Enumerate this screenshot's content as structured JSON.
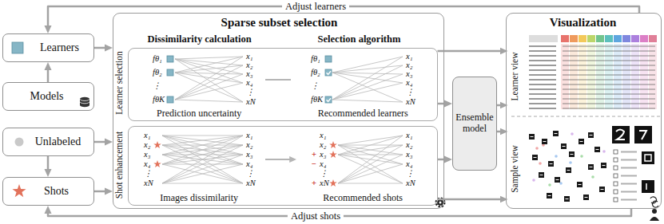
{
  "diagram": {
    "nodes": [
      {
        "text": [
          "Learners"
        ]
      },
      {
        "text": [
          "Models"
        ]
      },
      {
        "text": [
          "Unlabeled"
        ]
      },
      {
        "text": [
          "Shots"
        ]
      },
      {
        "text": [
          "Sparse subset selection",
          "Dissimilarity calculation",
          "Selection algorithm"
        ]
      },
      {
        "text": [
          "Learner selection",
          "Prediction uncertainty",
          "Recommended learners"
        ],
        "in": 4
      },
      {
        "text": [
          "Shot enhancement",
          "Images dissimilarity",
          "Recommended shots"
        ],
        "in": 4
      },
      {
        "text": [
          "Ensemble model"
        ]
      },
      {
        "text": [
          "Visualization"
        ]
      },
      {
        "text": [
          "Learner view"
        ],
        "in": 8
      },
      {
        "text": [
          "Sample view"
        ],
        "in": 8
      }
    ],
    "edges": [
      {
        "from": 1,
        "to": 0,
        "arrow": "to"
      },
      {
        "from": 0,
        "to": 4,
        "arrow": "to"
      },
      {
        "from": 2,
        "to": 4,
        "arrow": "to"
      },
      {
        "from": 2,
        "to": 3,
        "arrow": "to"
      },
      {
        "from": 3,
        "to": 4,
        "arrow": "to"
      },
      {
        "from": 5,
        "to": 7,
        "arrow": "to"
      },
      {
        "from": 6,
        "to": 7,
        "arrow": "to"
      },
      {
        "from": 5,
        "to": 9,
        "arrow": "to"
      },
      {
        "from": 6,
        "to": 10,
        "arrow": "to"
      },
      {
        "from": 7,
        "to": 9,
        "arrow": "to"
      },
      {
        "from": 7,
        "to": 10,
        "arrow": "to"
      },
      {
        "from": 8,
        "to": 0,
        "label": "Adjust learners",
        "arrow": "to"
      },
      {
        "from": 8,
        "to": 3,
        "label": "Adjust shots",
        "arrow": "to"
      }
    ],
    "labels": [
      "fθ₁",
      "fθ₂",
      "⋮",
      "fθK",
      "x₁",
      "x₂",
      "x₃",
      "x₄",
      "⋮",
      "xN",
      "fθ₁",
      "fθ₂",
      "⋮",
      "fθK",
      "x₁",
      "x₂",
      "x₃",
      "x₄",
      "⋮",
      "xN",
      "x₁",
      "x₂",
      "x₃",
      "x₄",
      "⋮",
      "xN",
      "x₁",
      "x₂",
      "x₃",
      "x₄",
      "⋮",
      "xN",
      "x₁",
      "x₂",
      "x₃",
      "x₄",
      "⋮",
      "xN",
      "x₁",
      "x₂",
      "x₃",
      "x₄",
      "⋮",
      "xN",
      "+",
      "−",
      "+"
    ]
  }
}
